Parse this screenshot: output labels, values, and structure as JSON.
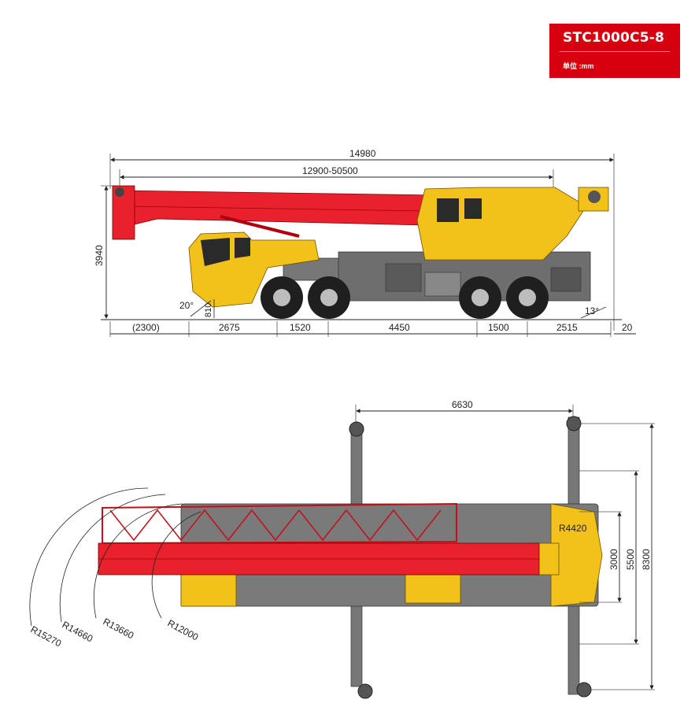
{
  "header": {
    "model": "STC1000C5-8",
    "unit_label": "单位 :mm",
    "accent_color": "#d7000f"
  },
  "side_view": {
    "overall_length": "14980",
    "boom_range": "12900-50500",
    "height": "3940",
    "approach_angle": "20°",
    "departure_angle": "13°",
    "ground_clearance": "810",
    "bottom_dims": [
      "(2300)",
      "2675",
      "1520",
      "4450",
      "1500",
      "2515",
      "20"
    ]
  },
  "top_view": {
    "outrigger_span": "6630",
    "widths": [
      "3000",
      "5500",
      "8300"
    ],
    "radii": [
      "R4420",
      "R12000",
      "R13660",
      "R14660",
      "R15270"
    ]
  },
  "colors": {
    "boom": "#e8212d",
    "cab": "#f2c21b",
    "chassis": "#6e6e6e"
  }
}
